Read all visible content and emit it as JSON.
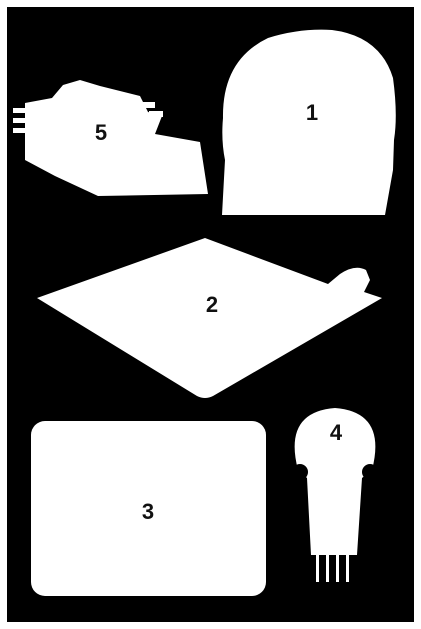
{
  "colors": {
    "background": "#000000",
    "border": "#ffffff",
    "shape_fill": "#ffffff",
    "label_color": "#111111"
  },
  "shapes": [
    {
      "id": "1",
      "label": "1",
      "kind": "arched-panel"
    },
    {
      "id": "2",
      "label": "2",
      "kind": "diamond-plate"
    },
    {
      "id": "3",
      "label": "3",
      "kind": "rounded-rectangle"
    },
    {
      "id": "4",
      "label": "4",
      "kind": "probe-with-pins"
    },
    {
      "id": "5",
      "label": "5",
      "kind": "wedge-with-tabs"
    }
  ]
}
